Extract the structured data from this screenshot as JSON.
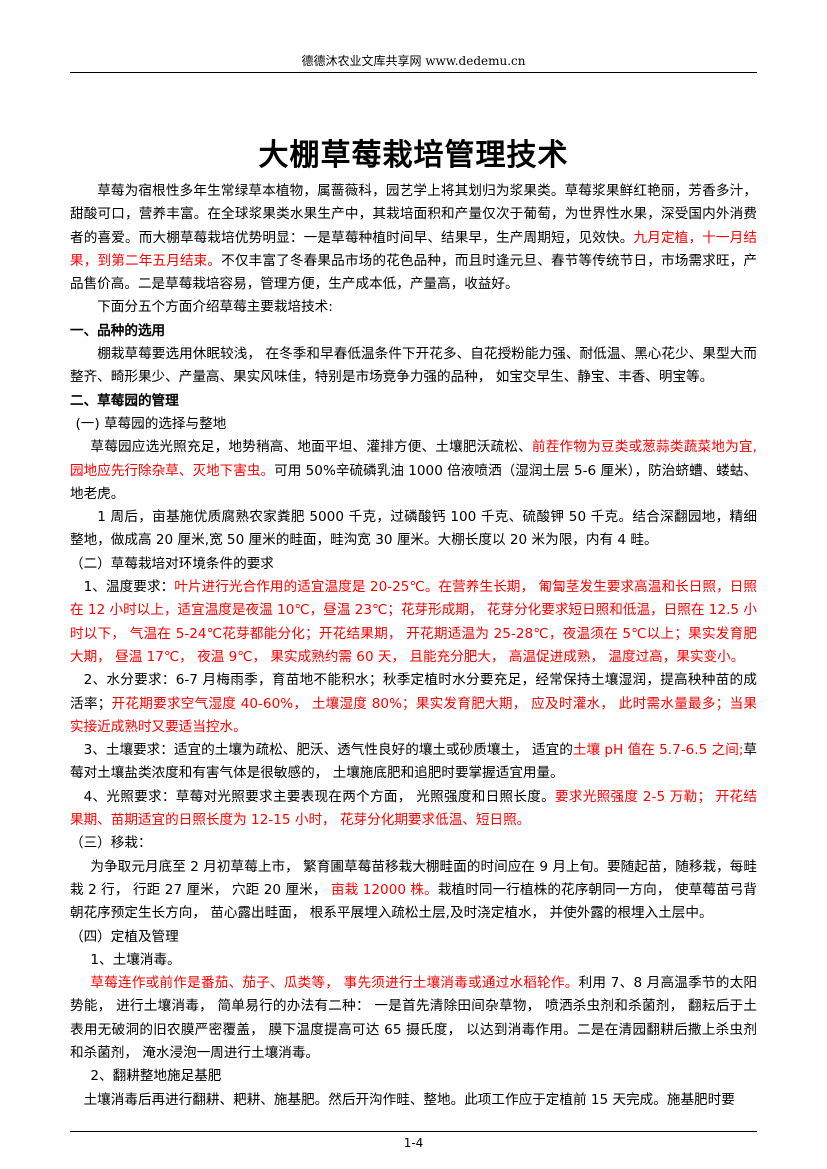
{
  "header": {
    "text": "德德沐农业文库共享网 www.dedemu.cn"
  },
  "title": "大棚草莓栽培管理技术",
  "intro": {
    "p1_a": "草莓为宿根性多年生常绿草本植物，属蔷薇科，园艺学上将其划归为浆果类。草莓浆果鲜红艳丽，芳香多汁，甜酸可口，营养丰富。在全球浆果类水果生产中，其栽培面积和产量仅次于葡萄，为世界性水果，深受国内外消费者的喜爱。而大棚草莓栽培优势明显：一是草莓种植时间早、结果早，生产周期短，见效快。",
    "p1_red": "九月定植，十一月结果，到第二年五月结束。",
    "p1_b": "不仅丰富了冬春果品市场的花色品种，而且时逢元旦、春节等传统节日，市场需求旺，产品售价高。二是草莓栽培容易，管理方便，生产成本低，产量高，收益好。",
    "p2": "下面分五个方面介绍草莓主要栽培技术:"
  },
  "s1": {
    "heading": "一、品种的选用",
    "p": "棚栽草莓要选用休眠较浅， 在冬季和早春低温条件下开花多、自花授粉能力强、耐低温、黑心花少、果型大而整齐、畸形果少、产量高、果实风味佳，特别是市场竞争力强的品种， 如宝交早生、静宝、丰香、明宝等。"
  },
  "s2": {
    "heading": "二、草莓园的管理",
    "sub1": "(一) 草莓园的选择与整地",
    "p1_a": "草莓园应选光照充足，地势稍高、地面平坦、灌排方便、土壤肥沃疏松、",
    "p1_red": "前茬作物为豆类或葱蒜类蔬菜地为宜,园地应先行除杂草、灭地下害虫。",
    "p1_b": "可用 50%辛硫磷乳油 1000 倍液喷洒（湿润土层 5-6 厘米），防治蛴螬、蝼蛄、地老虎。",
    "p2": "1 周后，亩基施优质腐熟农家粪肥 5000 千克，过磷酸钙 100 千克、硫酸钾 50 千克。结合深翻园地，精细整地，做成高 20 厘米,宽 50 厘米的畦面，畦沟宽 30 厘米。大棚长度以 20 米为限，内有 4 畦。",
    "sub2": "（二）草莓栽培对环境条件的要求",
    "temp_a": "1、温度要求：",
    "temp_red": "叶片进行光合作用的适宜温度是 20-25℃。在营养生长期， 匍匐茎发生要求高温和长日照，日照在 12 小时以上，适宜温度是夜温 10℃，昼温 23℃；花芽形成期， 花芽分化要求短日照和低温，日照在 12.5 小时以下， 气温在 5-24℃花芽都能分化；开花结果期， 开花期适温为 25-28℃，夜温须在 5℃以上；果实发育肥大期， 昼温 17℃， 夜温 9℃， 果实成熟约需 60 天， 且能充分肥大， 高温促进成熟， 温度过高，果实变小。",
    "water_a": "2、水分要求：6-7 月梅雨季，育苗地不能积水；秋季定植时水分要充足，经常保持土壤湿润，提高秧种苗的成活率；",
    "water_red": "开花期要求空气湿度 40-60%， 土壤湿度 80%；果实发育肥大期， 应及时灌水， 此时需水量最多；当果实接近成熟时又要适当控水。",
    "soil_a": "3、土壤要求：适宜的土壤为疏松、肥沃、透气性良好的壤土或砂质壤土， 适宜的",
    "soil_red": "土壤 pH 值在 5.7-6.5 之间;",
    "soil_b": "草莓对土壤盐类浓度和有害气体是很敏感的， 土壤施底肥和追肥时要掌握适宜用量。",
    "light_a": "4、光照要求：草莓对光照要求主要表现在两个方面， 光照强度和日照长度。",
    "light_red": "要求光照强度 2-5 万勒； 开花结果期、苗期适宜的日照长度为 12-15 小时， 花芽分化期要求低温、短日照。",
    "sub3": "（三）移栽：",
    "trans_a": "为争取元月底至 2 月初草莓上市， 繁育圃草莓苗移栽大棚畦面的时间应在 9 月上旬。要随起苗，随移栽，每畦栽 2 行， 行距 27 厘米， 穴距 20 厘米， ",
    "trans_red": "亩栽 12000 株。",
    "trans_b": "栽植时同一行植株的花序朝同一方向， 使草莓苗弓背朝花序预定生长方向， 苗心露出畦面， 根系平展埋入疏松土层,及时浇定植水， 并使外露的根埋入土层中。",
    "sub4": "（四）定植及管理",
    "sub4_1": "1、土壤消毒。",
    "dis_red": "草莓连作或前作是番茄、茄子、瓜类等， 事先须进行土壤消毒或通过水稻轮作。",
    "dis_b": "利用 7、8 月高温季节的太阳势能， 进行土壤消毒， 简单易行的办法有二种： 一是首先清除田间杂草物， 喷洒杀虫剂和杀菌剂， 翻耘后于土表用无破洞的旧农膜严密覆盖， 膜下温度提高可达 65 摄氏度， 以达到消毒作用。二是在清园翻耕后撒上杀虫剂和杀菌剂， 淹水浸泡一周进行土壤消毒。",
    "sub4_2": "2、翻耕整地施足基肥",
    "till": "土壤消毒后再进行翻耕、耙耕、施基肥。然后开沟作畦、整地。此项工作应于定植前 15 天完成。施基肥时要"
  },
  "footer": {
    "page": "1-4"
  }
}
